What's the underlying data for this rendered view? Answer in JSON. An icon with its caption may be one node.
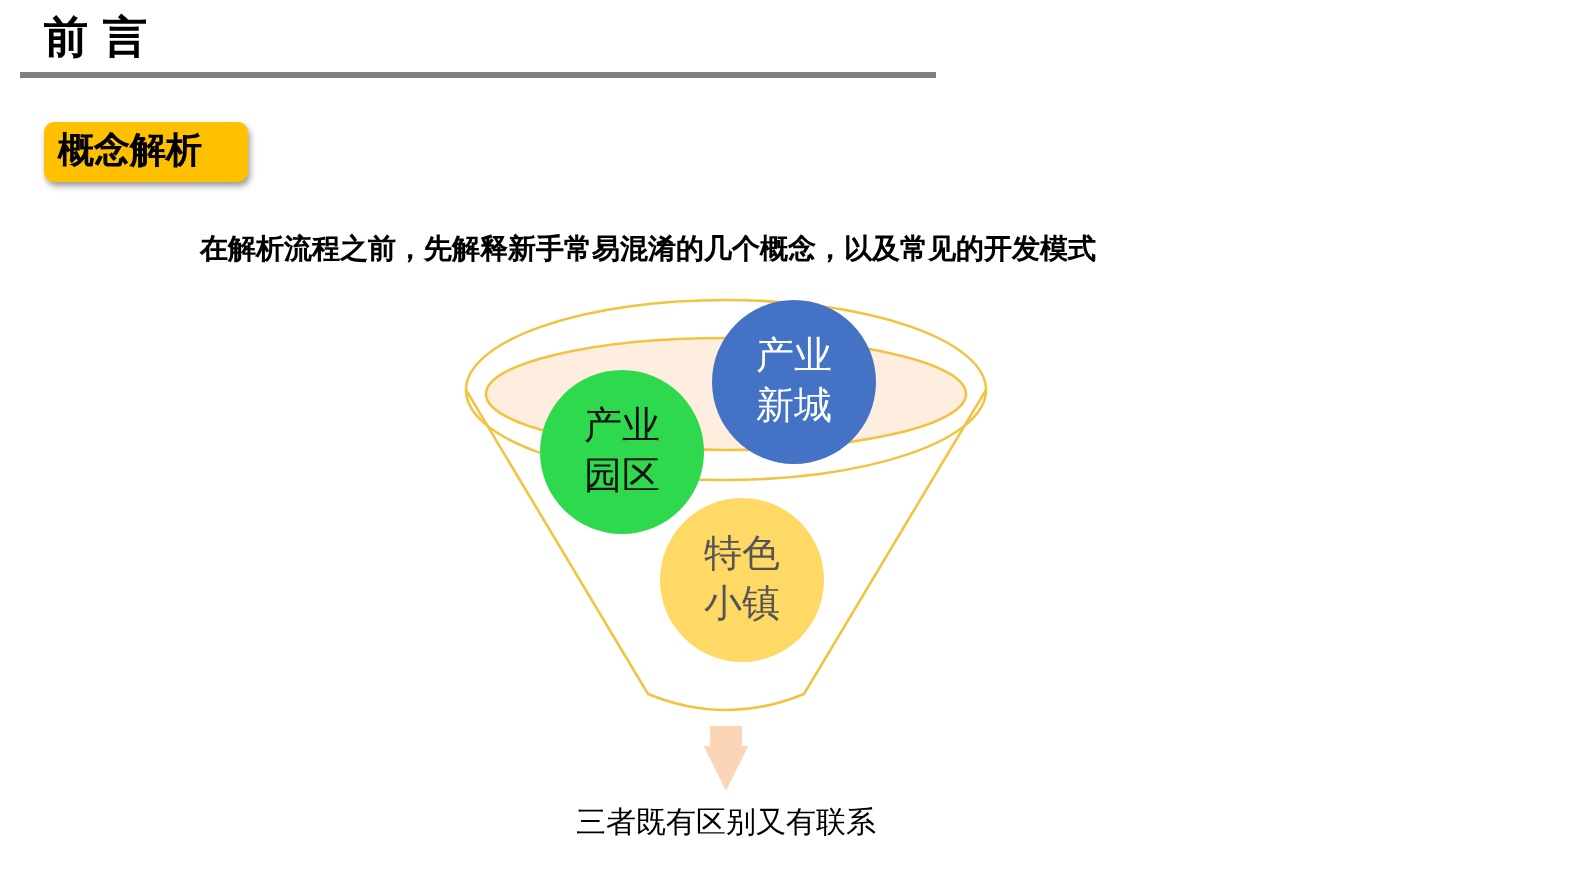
{
  "diagram": {
    "title": "前 言",
    "nodes": [
      {
        "text": [
          "概念解析"
        ]
      },
      {
        "text": [],
        "shape": "funnel"
      },
      {
        "text": [
          "产业园区"
        ],
        "in": 1
      },
      {
        "text": [
          "产业新城"
        ],
        "in": 1
      },
      {
        "text": [
          "特色小镇"
        ],
        "in": 1
      },
      {
        "text": [
          "三者既有区别又有联系"
        ]
      }
    ],
    "edges": [
      {
        "from": 1,
        "to": 5,
        "arrow": "to"
      }
    ],
    "labels": [
      "在解析流程之前，先解释新手常易混淆的几个概念，以及常见的开发模式"
    ]
  }
}
